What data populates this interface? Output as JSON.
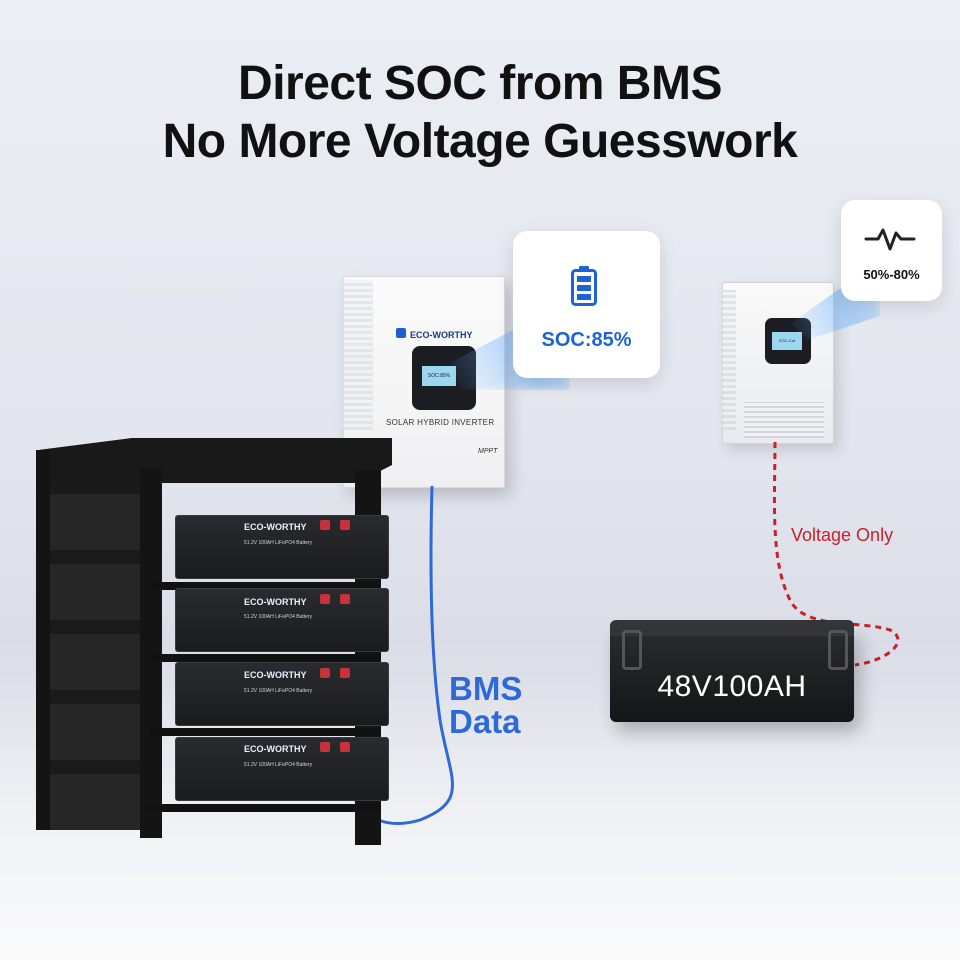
{
  "headline": {
    "line1": "Direct SOC from BMS",
    "line2": "No More Voltage Guesswork"
  },
  "inverter_bms": {
    "brand": "ECO-WORTHY",
    "screen_text": "SOC:85%",
    "label": "SOLAR HYBRID INVERTER",
    "mppt": "MPPT"
  },
  "inverter_voltage": {
    "screen_text": "SOC-Cut"
  },
  "soc_card": {
    "icon": "battery-icon",
    "value": "SOC:85%",
    "accent": "#1e63d6"
  },
  "range_card": {
    "icon": "pulse-icon",
    "value": "50%-80%"
  },
  "battery_modules": [
    {
      "brand": "ECO-WORTHY",
      "spec": "51.2V 100AH LiFePO4 Battery"
    },
    {
      "brand": "ECO-WORTHY",
      "spec": "51.2V 100AH LiFePO4 Battery"
    },
    {
      "brand": "ECO-WORTHY",
      "spec": "51.2V 100AH LiFePO4 Battery"
    },
    {
      "brand": "ECO-WORTHY",
      "spec": "51.2V 100AH LiFePO4 Battery"
    }
  ],
  "bms_cable": {
    "label_line1": "BMS",
    "label_line2": "Data",
    "color": "#2f68d8"
  },
  "voltage_cable": {
    "label": "Voltage Only",
    "color": "#c8212a"
  },
  "lead_acid_battery": {
    "label": "48V100AH"
  }
}
